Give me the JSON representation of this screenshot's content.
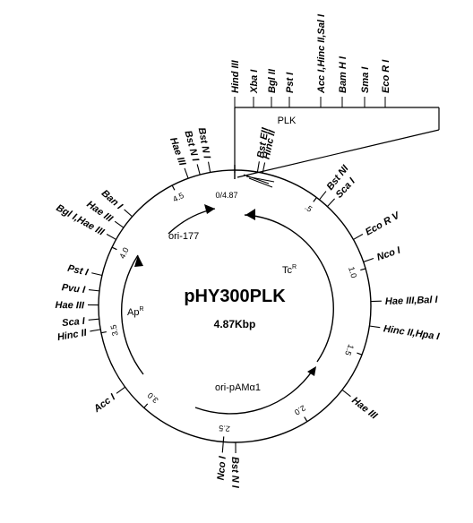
{
  "plasmid": {
    "name": "pHY300PLK",
    "size": "4.87Kbp",
    "origin_label": "0/4.87",
    "plk_label": "PLK"
  },
  "scale_ticks": [
    {
      "kb": 0.5,
      "label": ".5"
    },
    {
      "kb": 1.0,
      "label": "1.0"
    },
    {
      "kb": 1.5,
      "label": "1.5"
    },
    {
      "kb": 2.0,
      "label": "2.0"
    },
    {
      "kb": 2.5,
      "label": "2.5"
    },
    {
      "kb": 3.0,
      "label": "3.0"
    },
    {
      "kb": 3.5,
      "label": "3.5"
    },
    {
      "kb": 4.0,
      "label": "4.0"
    },
    {
      "kb": 4.5,
      "label": "4.5"
    }
  ],
  "mcs_sites": [
    "Hind III",
    "Xba I",
    "Bgl II",
    "Pst I",
    "Acc I,Hinc II,Sal I",
    "Bam H I",
    "Sma I",
    "Eco R I"
  ],
  "sites": [
    {
      "kb": 0.13,
      "label": "Bst EII"
    },
    {
      "kb": 0.16,
      "label": "Hinc II"
    },
    {
      "kb": 0.52,
      "label": "Bst NI"
    },
    {
      "kb": 0.58,
      "label": "Sca I"
    },
    {
      "kb": 0.82,
      "label": "Eco R V"
    },
    {
      "kb": 0.96,
      "label": "Nco I"
    },
    {
      "kb": 1.19,
      "label": "Hae III,Bal I"
    },
    {
      "kb": 1.33,
      "label": "Hinc II,Hpa I"
    },
    {
      "kb": 1.73,
      "label": "Hae III"
    },
    {
      "kb": 2.43,
      "label": "Bst N I"
    },
    {
      "kb": 2.5,
      "label": "Nco I"
    },
    {
      "kb": 3.16,
      "label": "Acc I"
    },
    {
      "kb": 3.52,
      "label": "Hinc II"
    },
    {
      "kb": 3.58,
      "label": "Sca I"
    },
    {
      "kb": 3.66,
      "label": "Hae III"
    },
    {
      "kb": 3.74,
      "label": "Pvu I"
    },
    {
      "kb": 3.83,
      "label": "Pst I"
    },
    {
      "kb": 4.05,
      "label": "Bgl I,Hae III"
    },
    {
      "kb": 4.13,
      "label": "Hae III"
    },
    {
      "kb": 4.21,
      "label": "Ban I"
    },
    {
      "kb": 4.6,
      "label": "Hae III"
    },
    {
      "kb": 4.67,
      "label": "Bst N I"
    },
    {
      "kb": 4.73,
      "label": "Bst N I"
    }
  ],
  "genes": {
    "ori177": "ori-177",
    "tc": "Tc",
    "tc_sup": "R",
    "ap": "Ap",
    "ap_sup": "R",
    "oripam": "ori-pAMα1"
  }
}
